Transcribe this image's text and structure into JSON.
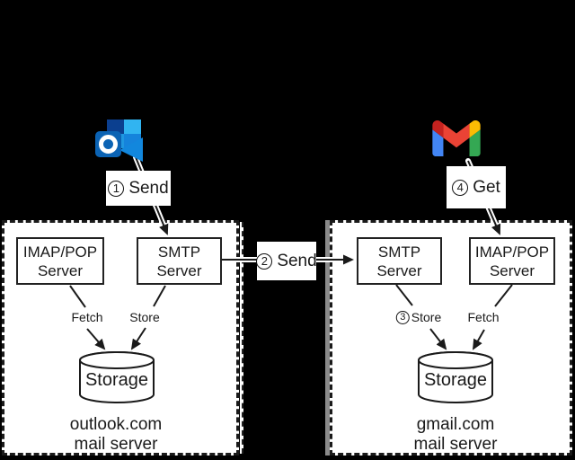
{
  "steps": {
    "send1": {
      "number": "1",
      "label": "Send"
    },
    "send2": {
      "number": "2",
      "label": "Send"
    },
    "store3": {
      "number": "3",
      "label": "Store"
    },
    "get4": {
      "number": "4",
      "label": "Get"
    }
  },
  "clients": {
    "outlook": {
      "icon": "outlook-logo"
    },
    "gmail": {
      "icon": "gmail-logo"
    }
  },
  "left_panel": {
    "imap_box": {
      "line1": "IMAP/POP",
      "line2": "Server"
    },
    "smtp_box": {
      "line1": "SMTP",
      "line2": "Server"
    },
    "fetch_label": "Fetch",
    "store_label": "Store",
    "storage_label": "Storage",
    "caption_line1": "outlook.com",
    "caption_line2": "mail server"
  },
  "right_panel": {
    "smtp_box": {
      "line1": "SMTP",
      "line2": "Server"
    },
    "imap_box": {
      "line1": "IMAP/POP",
      "line2": "Server"
    },
    "fetch_label": "Fetch",
    "storage_label": "Storage",
    "caption_line1": "gmail.com",
    "caption_line2": "mail server"
  },
  "colors": {
    "canvas_bg": "#000000",
    "panel_bg": "#ffffff",
    "line": "#1a1a1a",
    "gmail_blue": "#4285f4",
    "gmail_green": "#34a853",
    "gmail_yellow": "#fbbc04",
    "gmail_red": "#ea4335",
    "gmail_dark_red": "#c5221f",
    "outlook_front": "#0b63b4",
    "outlook_back": "#1f97e0",
    "outlook_back_dark": "#0b3f8f",
    "outlook_back_cyan": "#31b4f1",
    "outlook_back_mid": "#1583dc",
    "outlook_flap": "#1287dd"
  }
}
